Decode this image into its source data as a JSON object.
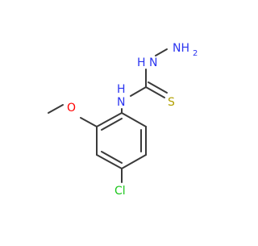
{
  "molecule": {
    "atom_labels": {
      "hydrazine_nh2": "NH",
      "hydrazine_nh2_subscript": "2",
      "hydrazine_nh": "H",
      "hydrazine_n": "N",
      "amide_n": "N",
      "amide_h": "H",
      "thione_s": "S",
      "methoxy_o": "O",
      "chloro": "Cl"
    },
    "colors": {
      "nitrogen": "#2b35f0",
      "sulfur": "#b2a000",
      "oxygen": "#ff0000",
      "chlorine": "#1cc61c",
      "bond": "#3a3a3a"
    }
  }
}
